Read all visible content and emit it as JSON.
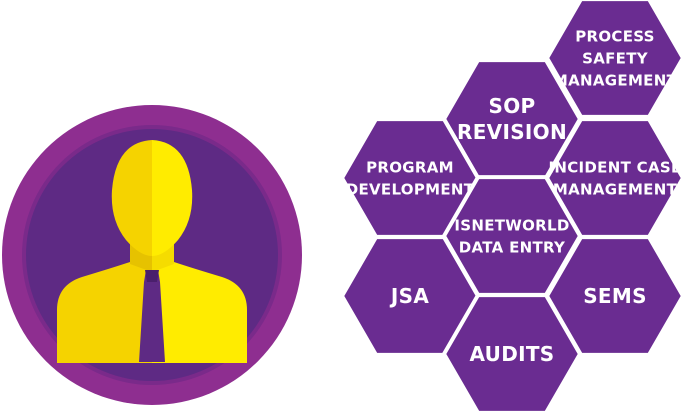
{
  "colors": {
    "hex_fill": "#6a2c91",
    "hex_stroke": "#ffffff",
    "ring_outer": "#8e2e90",
    "ring_inner_bg": "#5e2a84",
    "figure_light": "#ffec00",
    "figure_dark": "#f5d300",
    "tie": "#5e2a84"
  },
  "avatar": {
    "icon": "person-with-tie-icon"
  },
  "hexagons": [
    {
      "id": "process-safety-management",
      "lines": [
        "PROCESS",
        "SAFETY",
        "MANAGEMENT"
      ]
    },
    {
      "id": "sop-revision",
      "lines": [
        "SOP",
        "REVISION"
      ]
    },
    {
      "id": "program-development",
      "lines": [
        "PROGRAM",
        "DEVELOPMENT"
      ]
    },
    {
      "id": "incident-case-management",
      "lines": [
        "INCIDENT CASE",
        "MANAGEMENT"
      ]
    },
    {
      "id": "isnetworld-data-entry",
      "lines": [
        "ISNETWORLD",
        "DATA ENTRY"
      ]
    },
    {
      "id": "jsa",
      "lines": [
        "JSA"
      ]
    },
    {
      "id": "sems",
      "lines": [
        "SEMS"
      ]
    },
    {
      "id": "audits",
      "lines": [
        "AUDITS"
      ]
    }
  ]
}
